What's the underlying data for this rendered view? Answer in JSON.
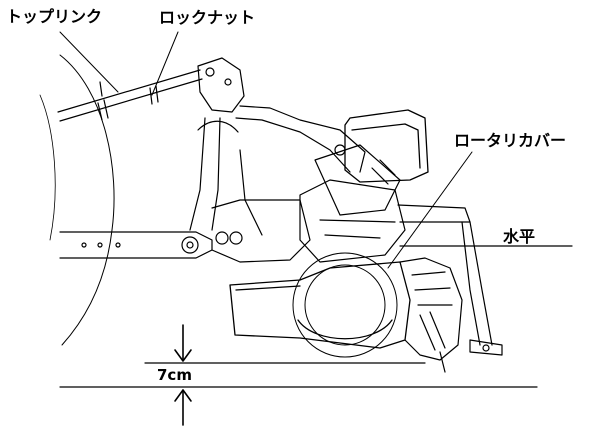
{
  "labels": {
    "top_link": "トップリンク",
    "lock_nut": "ロックナット",
    "rotary_cover": "ロータリカバー",
    "horizontal": "水平",
    "clearance": "7cm"
  },
  "colors": {
    "line": "#000000",
    "background": "#ffffff",
    "cover_fill": "#ffffff"
  }
}
